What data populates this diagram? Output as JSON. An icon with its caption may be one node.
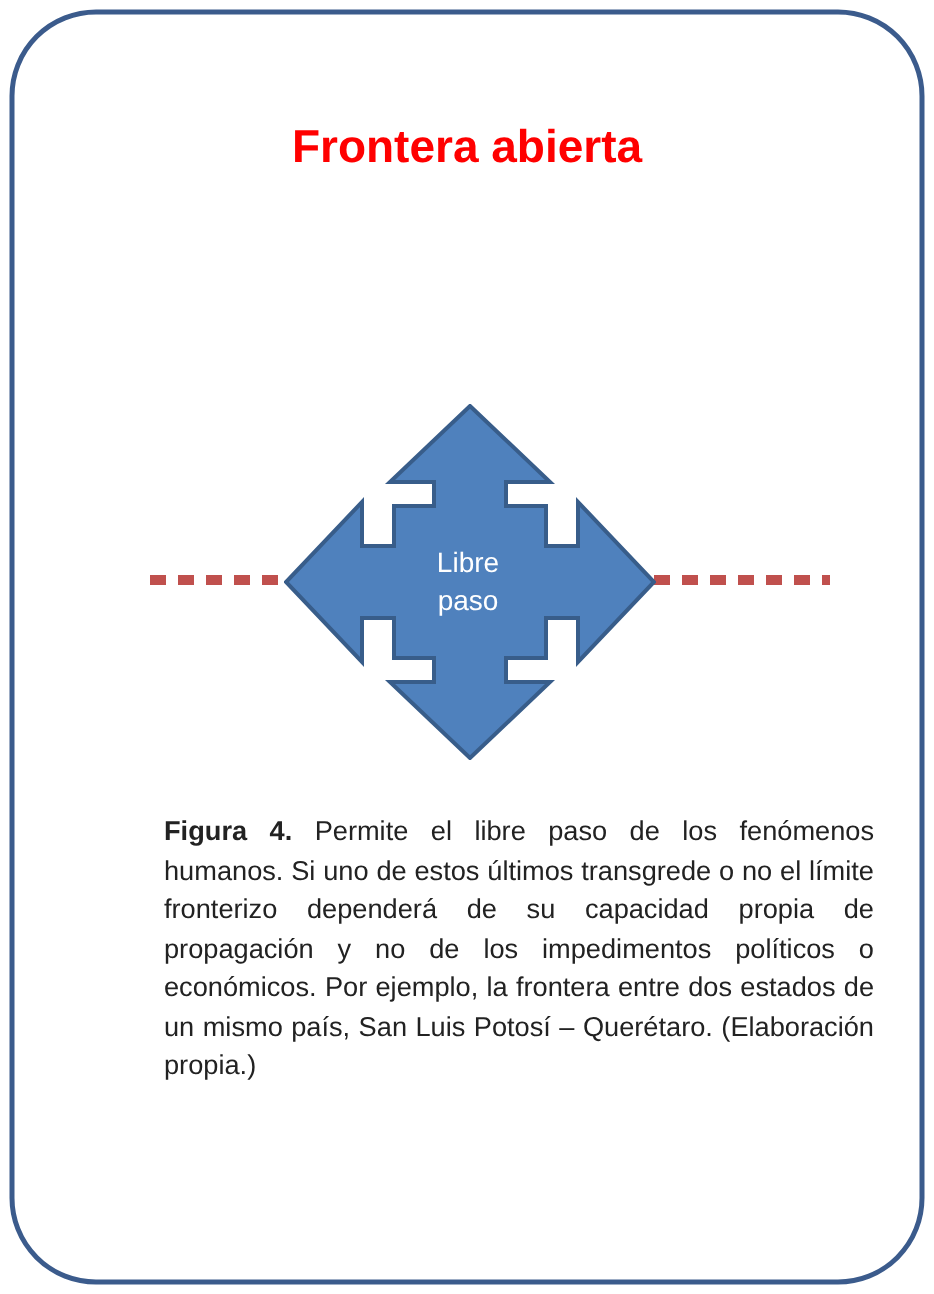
{
  "diagram": {
    "title": "Frontera abierta",
    "caption": "**Figura 4.** Permite el libre paso de los fenómenos humanos. Si uno de estos últimos transgrede o no el límite fronterizo dependerá de su capacidad propia de propagación y no de los impedimentos políticos o económicos. Por ejemplo, la frontera entre dos estados de un mismo país, San Luis Potosí – Querétaro. (Elaboración propia.)",
    "nodes": [
      {
        "text": [
          "Libre paso"
        ]
      }
    ]
  }
}
